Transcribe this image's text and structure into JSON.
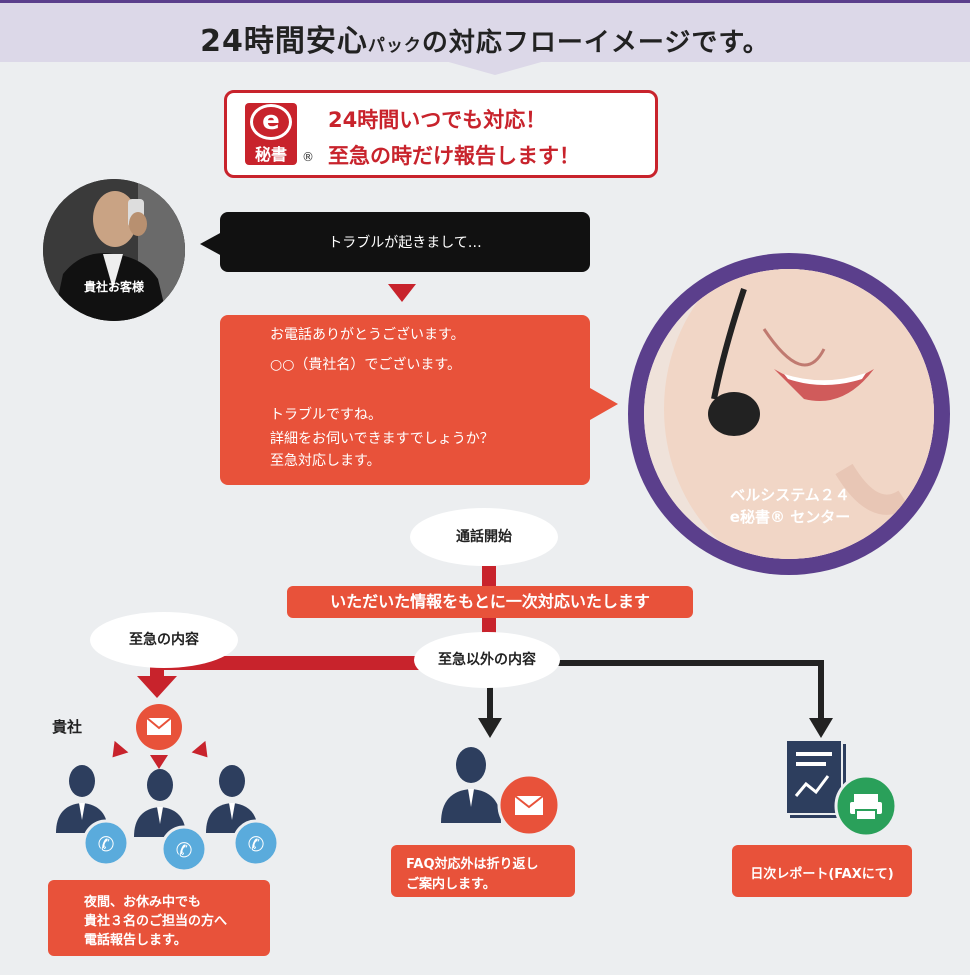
{
  "header": {
    "title_big": "24時間安心",
    "title_small": "パック",
    "title_rest": "の対応フローイメージです。"
  },
  "promo": {
    "logo_e": "e",
    "logo_text": "秘書",
    "logo_mark": "®",
    "line1": "24時間いつでも対応！",
    "line2": "至急の時だけ報告します！"
  },
  "customer": {
    "label": "貴社お客様"
  },
  "operator": {
    "line1": "ベルシステム２４",
    "line2": "e秘書® センター"
  },
  "bubble1": {
    "text": "トラブルが起きまして…"
  },
  "bubble2": {
    "lines": [
      "お電話ありがとうございます。",
      "○○（貴社名）でございます。",
      "",
      "トラブルですね。",
      "詳細をお伺いできますでしょうか？",
      "至急対応します。"
    ]
  },
  "flow": {
    "call_start": "通話開始",
    "banner": "いただいた情報をもとに一次対応いたします",
    "urgent": "至急の内容",
    "non_urgent": "至急以外の内容",
    "company": "貴社"
  },
  "boxes": {
    "left": [
      "夜間、お休み中でも",
      "貴社３名のご担当の方へ",
      "電話報告します。"
    ],
    "middle": [
      "FAQ対応外は折り返し",
      "ご案内します。"
    ],
    "right": [
      "日次レポート(FAXにて)"
    ]
  },
  "colors": {
    "accent": "#c8232c",
    "orange": "#e8523a",
    "purple": "#5b3f8c",
    "navy": "#2d3e5e",
    "blue": "#5aabdc",
    "green": "#2aa05a"
  }
}
